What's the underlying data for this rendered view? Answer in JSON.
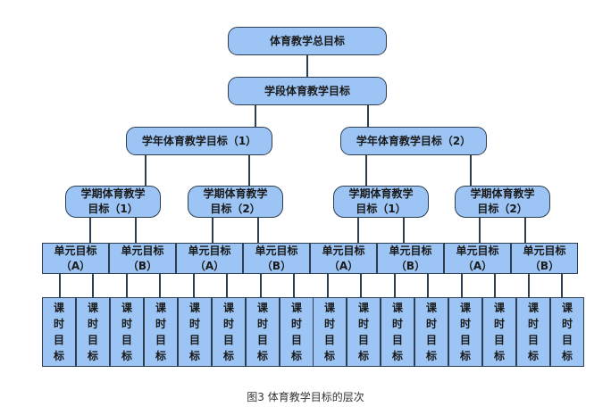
{
  "diagram": {
    "root": "体育教学总目标",
    "stage": "学段体育教学目标",
    "years": [
      "学年体育教学目标（1）",
      "学年体育教学目标（2）"
    ],
    "terms": [
      [
        "学期体育教学",
        "目标（1）"
      ],
      [
        "学期体育教学",
        "目标（2）"
      ],
      [
        "学期体育教学",
        "目标（1）"
      ],
      [
        "学期体育教学",
        "目标（2）"
      ]
    ],
    "units": [
      [
        "单元目标",
        "（A）"
      ],
      [
        "单元目标",
        "（B）"
      ],
      [
        "单元目标",
        "（A）"
      ],
      [
        "单元目标",
        "（B）"
      ],
      [
        "单元目标",
        "（A）"
      ],
      [
        "单元目标",
        "（B）"
      ],
      [
        "单元目标",
        "（A）"
      ],
      [
        "单元目标",
        "（B）"
      ]
    ],
    "lesson_chars": [
      "课",
      "时",
      "目",
      "标"
    ],
    "lesson_count": 16
  },
  "caption": "图3  体育教学目标的层次"
}
